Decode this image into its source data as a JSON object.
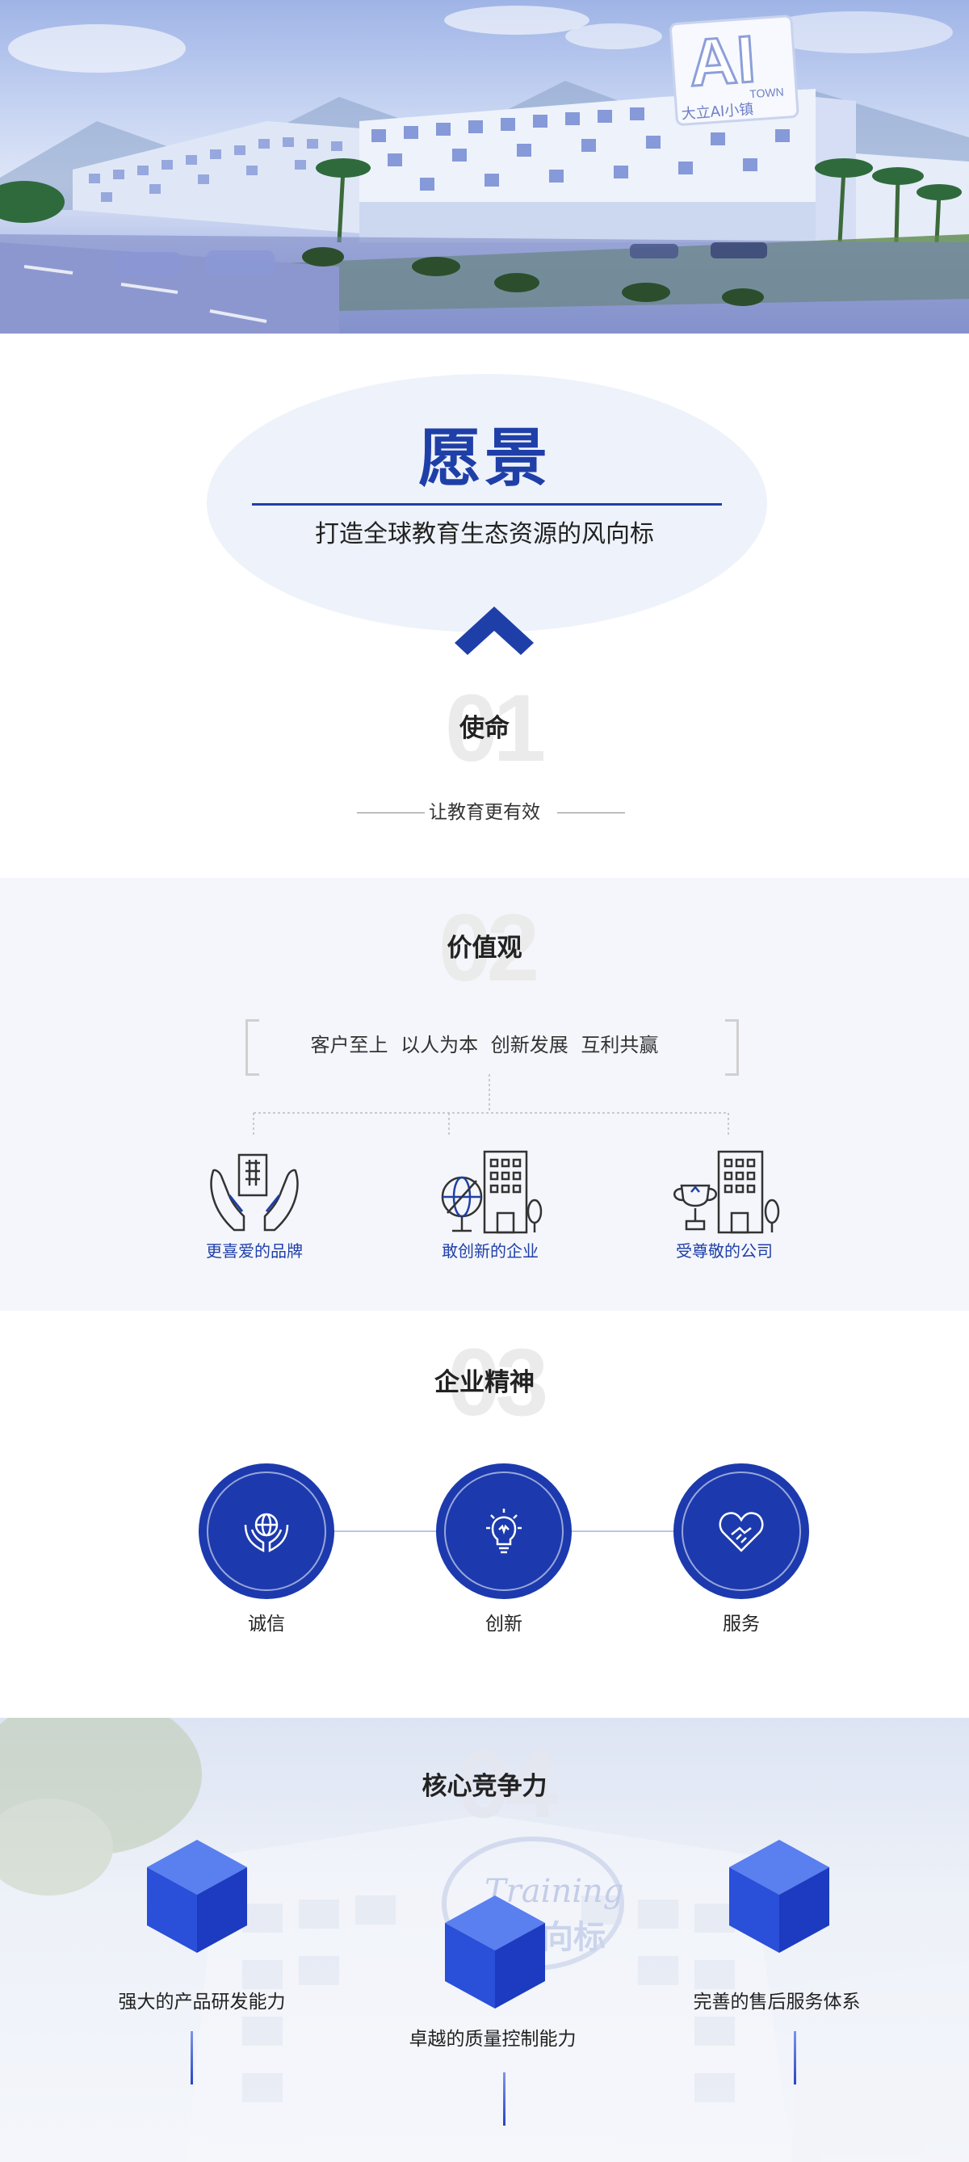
{
  "hero": {
    "sign_text": "AI",
    "sign_town": "TOWN",
    "sign_cn": "大立AI小镇"
  },
  "vision": {
    "title": "愿景",
    "subtitle": "打造全球教育生态资源的风向标"
  },
  "mission": {
    "number": "01",
    "title": "使命",
    "subtitle": "让教育更有效"
  },
  "values": {
    "number": "02",
    "title": "价值观",
    "line": "客户至上   以人为本   创新发展   互利共赢",
    "items": [
      {
        "label": "更喜爱的品牌",
        "icon": "hands-building-icon"
      },
      {
        "label": "敢创新的企业",
        "icon": "globe-building-icon"
      },
      {
        "label": "受尊敬的公司",
        "icon": "trophy-building-icon"
      }
    ]
  },
  "spirit": {
    "number": "03",
    "title": "企业精神",
    "items": [
      {
        "label": "诚信",
        "icon": "globe-hands-icon"
      },
      {
        "label": "创新",
        "icon": "lightbulb-icon"
      },
      {
        "label": "服务",
        "icon": "handshake-heart-icon"
      }
    ]
  },
  "core": {
    "number": "04",
    "title": "核心竞争力",
    "items": [
      {
        "label": "强大的产品研发能力"
      },
      {
        "label": "卓越的质量控制能力"
      },
      {
        "label": "完善的售后服务体系"
      }
    ],
    "bg_sign_en": "Training",
    "bg_sign_cn": "风向标"
  },
  "colors": {
    "brand_blue": "#1f3fa8",
    "circle_blue": "#1c3aad",
    "light_bg": "#f4f6fb"
  }
}
